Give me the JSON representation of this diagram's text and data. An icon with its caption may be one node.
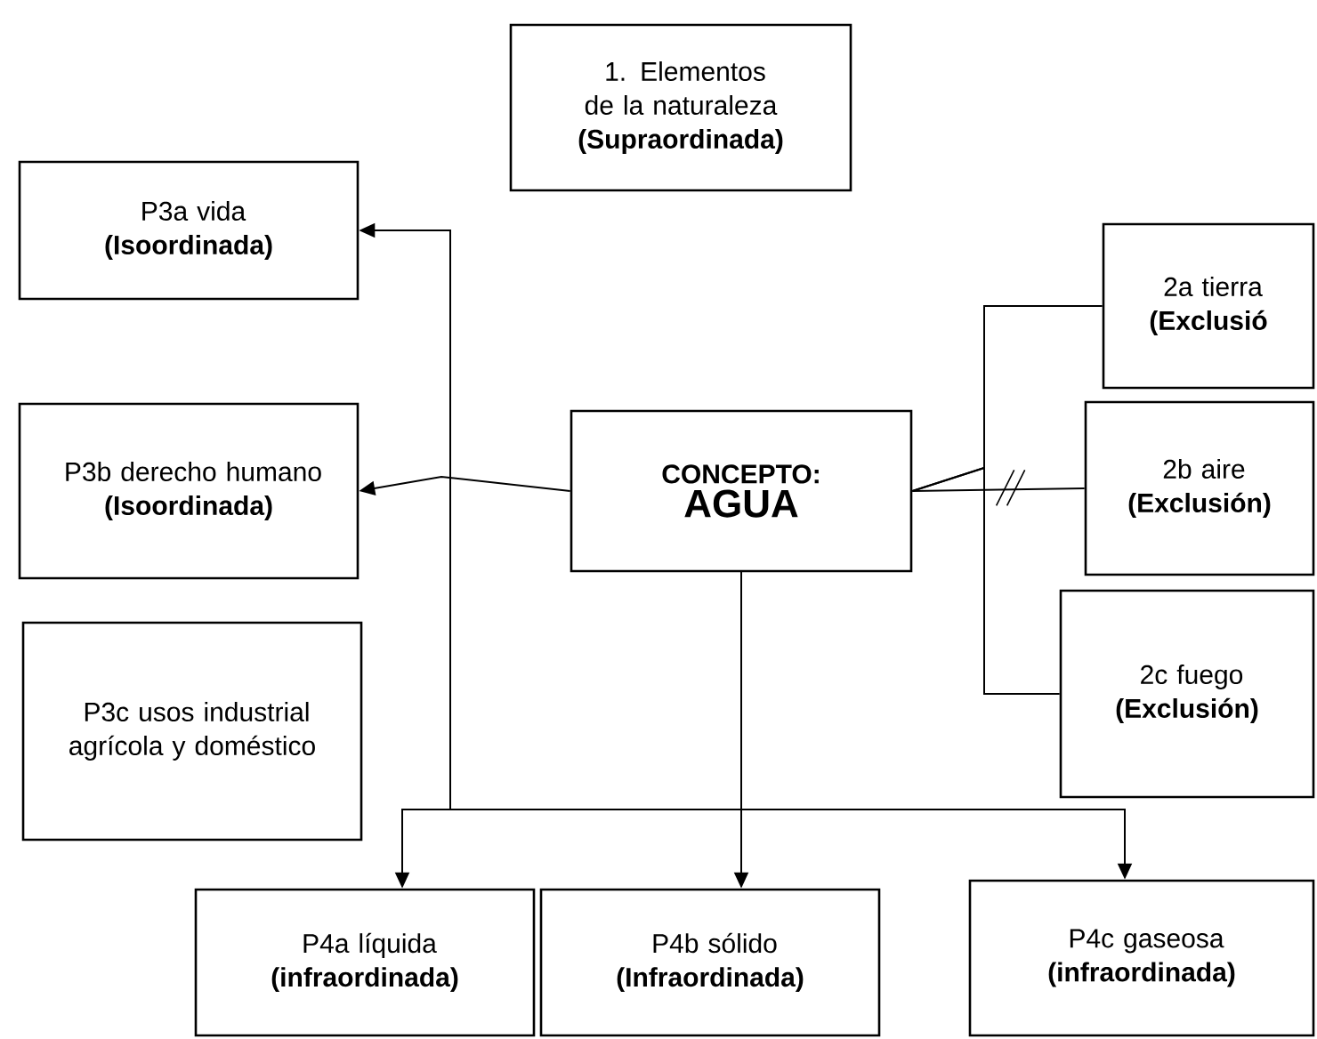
{
  "diagram": {
    "nodes": [
      {
        "text": [
          "1. Elementos de la naturaleza",
          "(Supraordinada)"
        ]
      },
      {
        "text": [
          "P3a vida",
          "(Isoordinada)"
        ]
      },
      {
        "text": [
          "P3b derecho humano",
          "(Isoordinada)"
        ]
      },
      {
        "text": [
          "P3c usos industrial agrícola y doméstico"
        ]
      },
      {
        "text": [
          "CONCEPTO:",
          "AGUA"
        ]
      },
      {
        "text": [
          "2a tierra",
          "(Exclusió"
        ]
      },
      {
        "text": [
          "2b aire",
          "(Exclusión)"
        ]
      },
      {
        "text": [
          "2c fuego",
          "(Exclusión)"
        ]
      },
      {
        "text": [
          "P4a líquida",
          "(infraordinada)"
        ]
      },
      {
        "text": [
          "P4b sólido",
          "(Infraordinada)"
        ]
      },
      {
        "text": [
          "P4c gaseosa",
          "(infraordinada)"
        ]
      }
    ],
    "edges": [
      {
        "from": 4,
        "to": 1,
        "arrow": "to"
      },
      {
        "from": 4,
        "to": 2,
        "arrow": "to"
      },
      {
        "from": 4,
        "to": 5,
        "arrow": "none"
      },
      {
        "from": 4,
        "to": 6,
        "arrow": "none"
      },
      {
        "from": 4,
        "to": 7,
        "arrow": "none"
      },
      {
        "from": 4,
        "to": 8,
        "arrow": "to"
      },
      {
        "from": 4,
        "to": 9,
        "arrow": "to"
      },
      {
        "from": 4,
        "to": 10,
        "arrow": "to"
      }
    ]
  }
}
